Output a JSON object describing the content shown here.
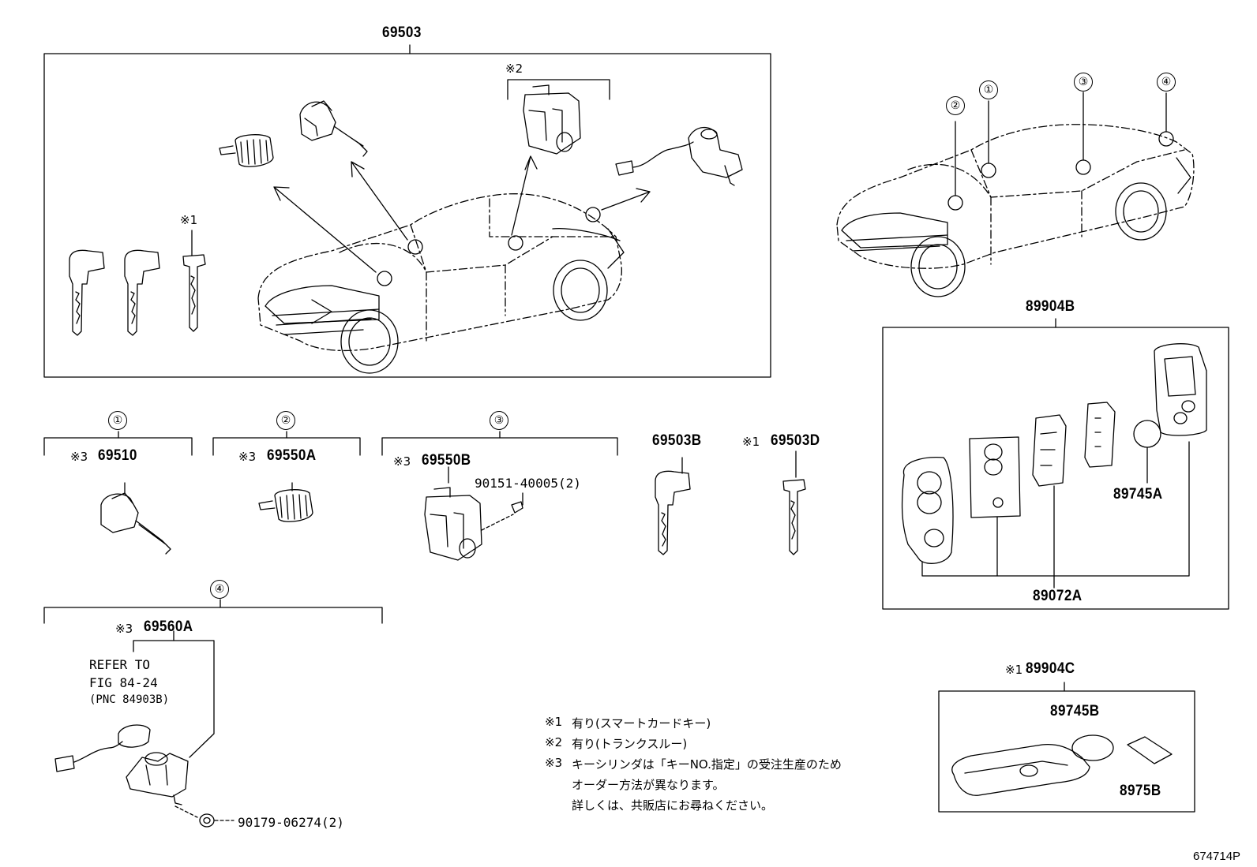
{
  "groups": {
    "top": "69503",
    "right_top": "89904B",
    "right_bottom_prefix": "※1",
    "right_bottom": "89904C"
  },
  "callouts": [
    "①",
    "②",
    "③",
    "④"
  ],
  "sections": {
    "s1": {
      "prefix": "※3",
      "part": "69510"
    },
    "s2": {
      "prefix": "※3",
      "part": "69550A"
    },
    "s3": {
      "prefix": "※3",
      "part": "69550B",
      "bolt": "90151-40005(2)"
    },
    "s4": {
      "prefix": "※3",
      "part": "69560A",
      "refer": [
        "REFER TO",
        "FIG 84-24",
        "(PNC 84903B)"
      ],
      "nut": "90179-06274(2)"
    }
  },
  "keys": {
    "key_b": "69503B",
    "key_d_prefix": "※1",
    "key_d": "69503D"
  },
  "marks": {
    "m1": "※1",
    "m2": "※2"
  },
  "remote_box": {
    "battery": "89745A",
    "transmitter": "89072A"
  },
  "card_box": {
    "battery": "89745B",
    "sheet": "8975B"
  },
  "notes": [
    {
      "mark": "※1",
      "text": "有り(スマートカードキー)"
    },
    {
      "mark": "※2",
      "text": "有り(トランクスルー)"
    },
    {
      "mark": "※3",
      "text": "キーシリンダは「キーNO.指定」の受注生産のため"
    },
    {
      "mark": "",
      "text": "オーダー方法が異なります。"
    },
    {
      "mark": "",
      "text": "詳しくは、共販店にお尋ねください。"
    }
  ],
  "figure_number": "674714P"
}
